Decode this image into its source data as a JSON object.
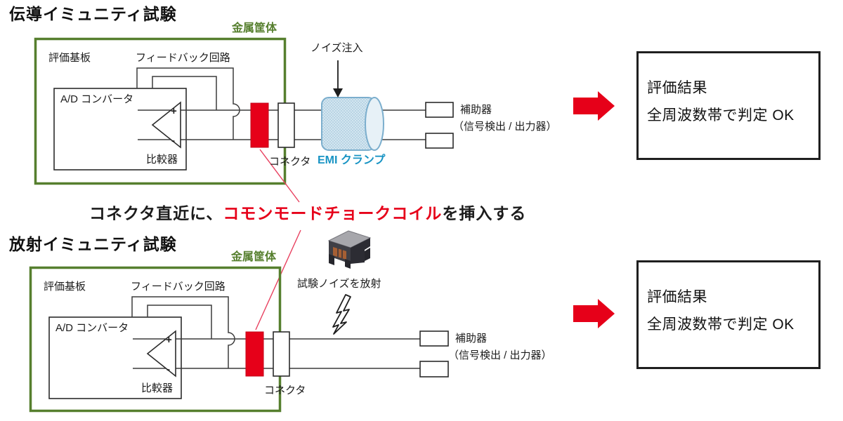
{
  "colors": {
    "accent-red": "#e60019",
    "enclosure-green": "#567f2e",
    "clamp-blue-border": "#7baecd",
    "clamp-blue-fill": "#d8e9f3",
    "clamp-text-blue": "#1994c4",
    "leader-red": "#e8405f"
  },
  "conducted": {
    "title": "伝導イミュニティ試験",
    "enclosure": "金属筐体",
    "board": "評価基板",
    "feedback": "フィードバック回路",
    "adc": "A/D コンバータ",
    "comparator": "比較器",
    "plus": "+",
    "minus": "-",
    "connector": "コネクタ",
    "clamp": "EMI クランプ",
    "noise": "ノイズ注入",
    "aux": "補助器",
    "aux_detail": "（信号検出 / 出力器）",
    "result_title": "評価結果",
    "result_text": "全周波数帯で判定 OK"
  },
  "radiated": {
    "title": "放射イミュニティ試験",
    "enclosure": "金属筐体",
    "board": "評価基板",
    "feedback": "フィードバック回路",
    "adc": "A/D コンバータ",
    "comparator": "比較器",
    "plus": "+",
    "minus": "-",
    "connector": "コネクタ",
    "noise": "試験ノイズを放射",
    "aux": "補助器",
    "aux_detail": "（信号検出 / 出力器）",
    "result_title": "評価結果",
    "result_text": "全周波数帯で判定 OK"
  },
  "caption": {
    "lead": "コネクタ直近に、",
    "highlight": "コモンモードチョークコイル",
    "tail": "を挿入する"
  }
}
